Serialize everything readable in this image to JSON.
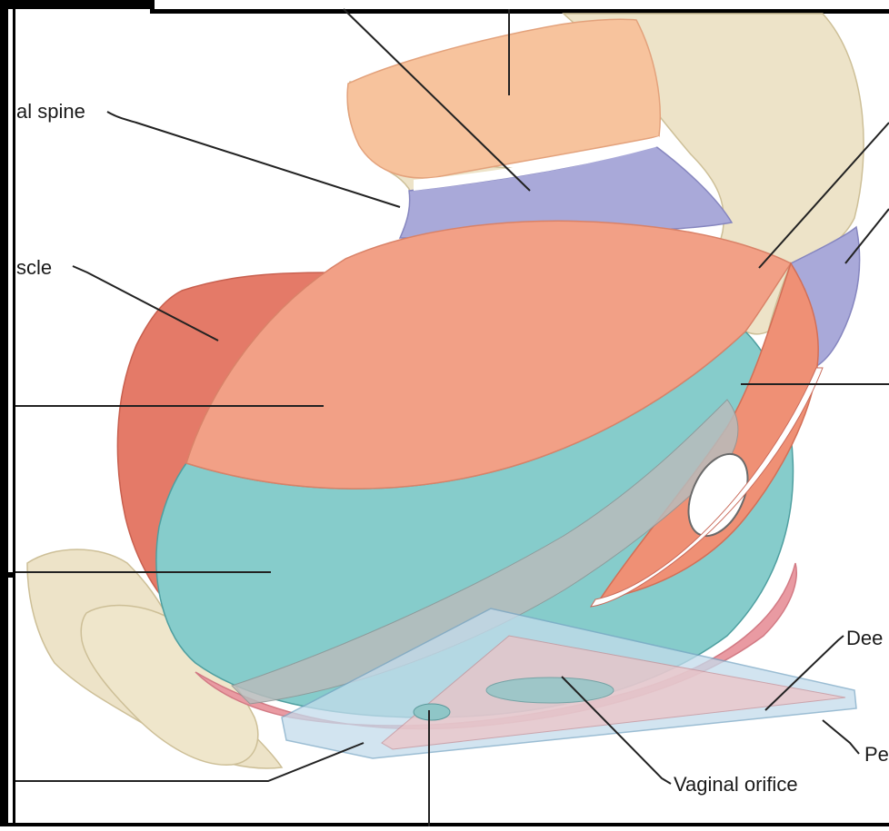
{
  "labels": {
    "ischial_spine": "al spine",
    "muscle": "scle",
    "deep": "Dee",
    "perineal": "Pe",
    "vaginal_orifice": "Vaginal orifice"
  },
  "colors": {
    "frame": "#000000",
    "bone": "#ede3c8",
    "bone_shadow": "#d8caa6",
    "muscle_dark": "#e47a68",
    "muscle_light": "#f2a086",
    "muscle_peach": "#f7c39d",
    "teal": "#86cccb",
    "teal_dark": "#5fb2b3",
    "ligament": "#a9a9d9",
    "membrane": "#c4dcec",
    "pink": "#e99aa2",
    "grey_band": "#b8bcbc",
    "leader_line": "#222222"
  }
}
